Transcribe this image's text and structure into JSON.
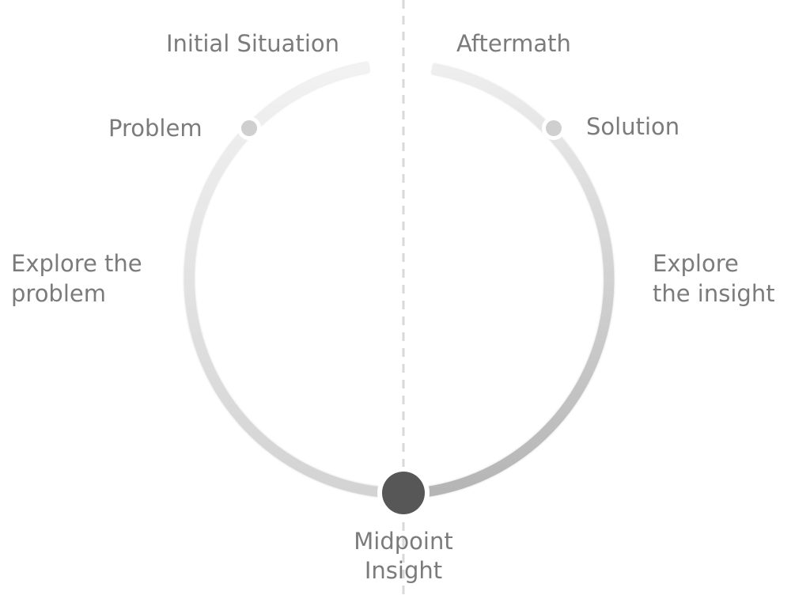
{
  "labels": {
    "initial_situation": "Initial Situation",
    "aftermath": "Aftermath",
    "problem": "Problem",
    "solution": "Solution",
    "explore_problem_line1": "Explore the",
    "explore_problem_line2": "problem",
    "explore_insight_line1": "Explore",
    "explore_insight_line2": "the insight",
    "midpoint_line1": "Midpoint",
    "midpoint_line2": "Insight"
  },
  "colors": {
    "arc_light": "#ededed",
    "arc_dark": "#bdbdbd",
    "arc_stroke": "#d7d7d7",
    "small_node": "#cfcfcf",
    "midpoint_node": "#575757",
    "divider": "#d9d9d9",
    "label_text": "#7b7b7b"
  }
}
